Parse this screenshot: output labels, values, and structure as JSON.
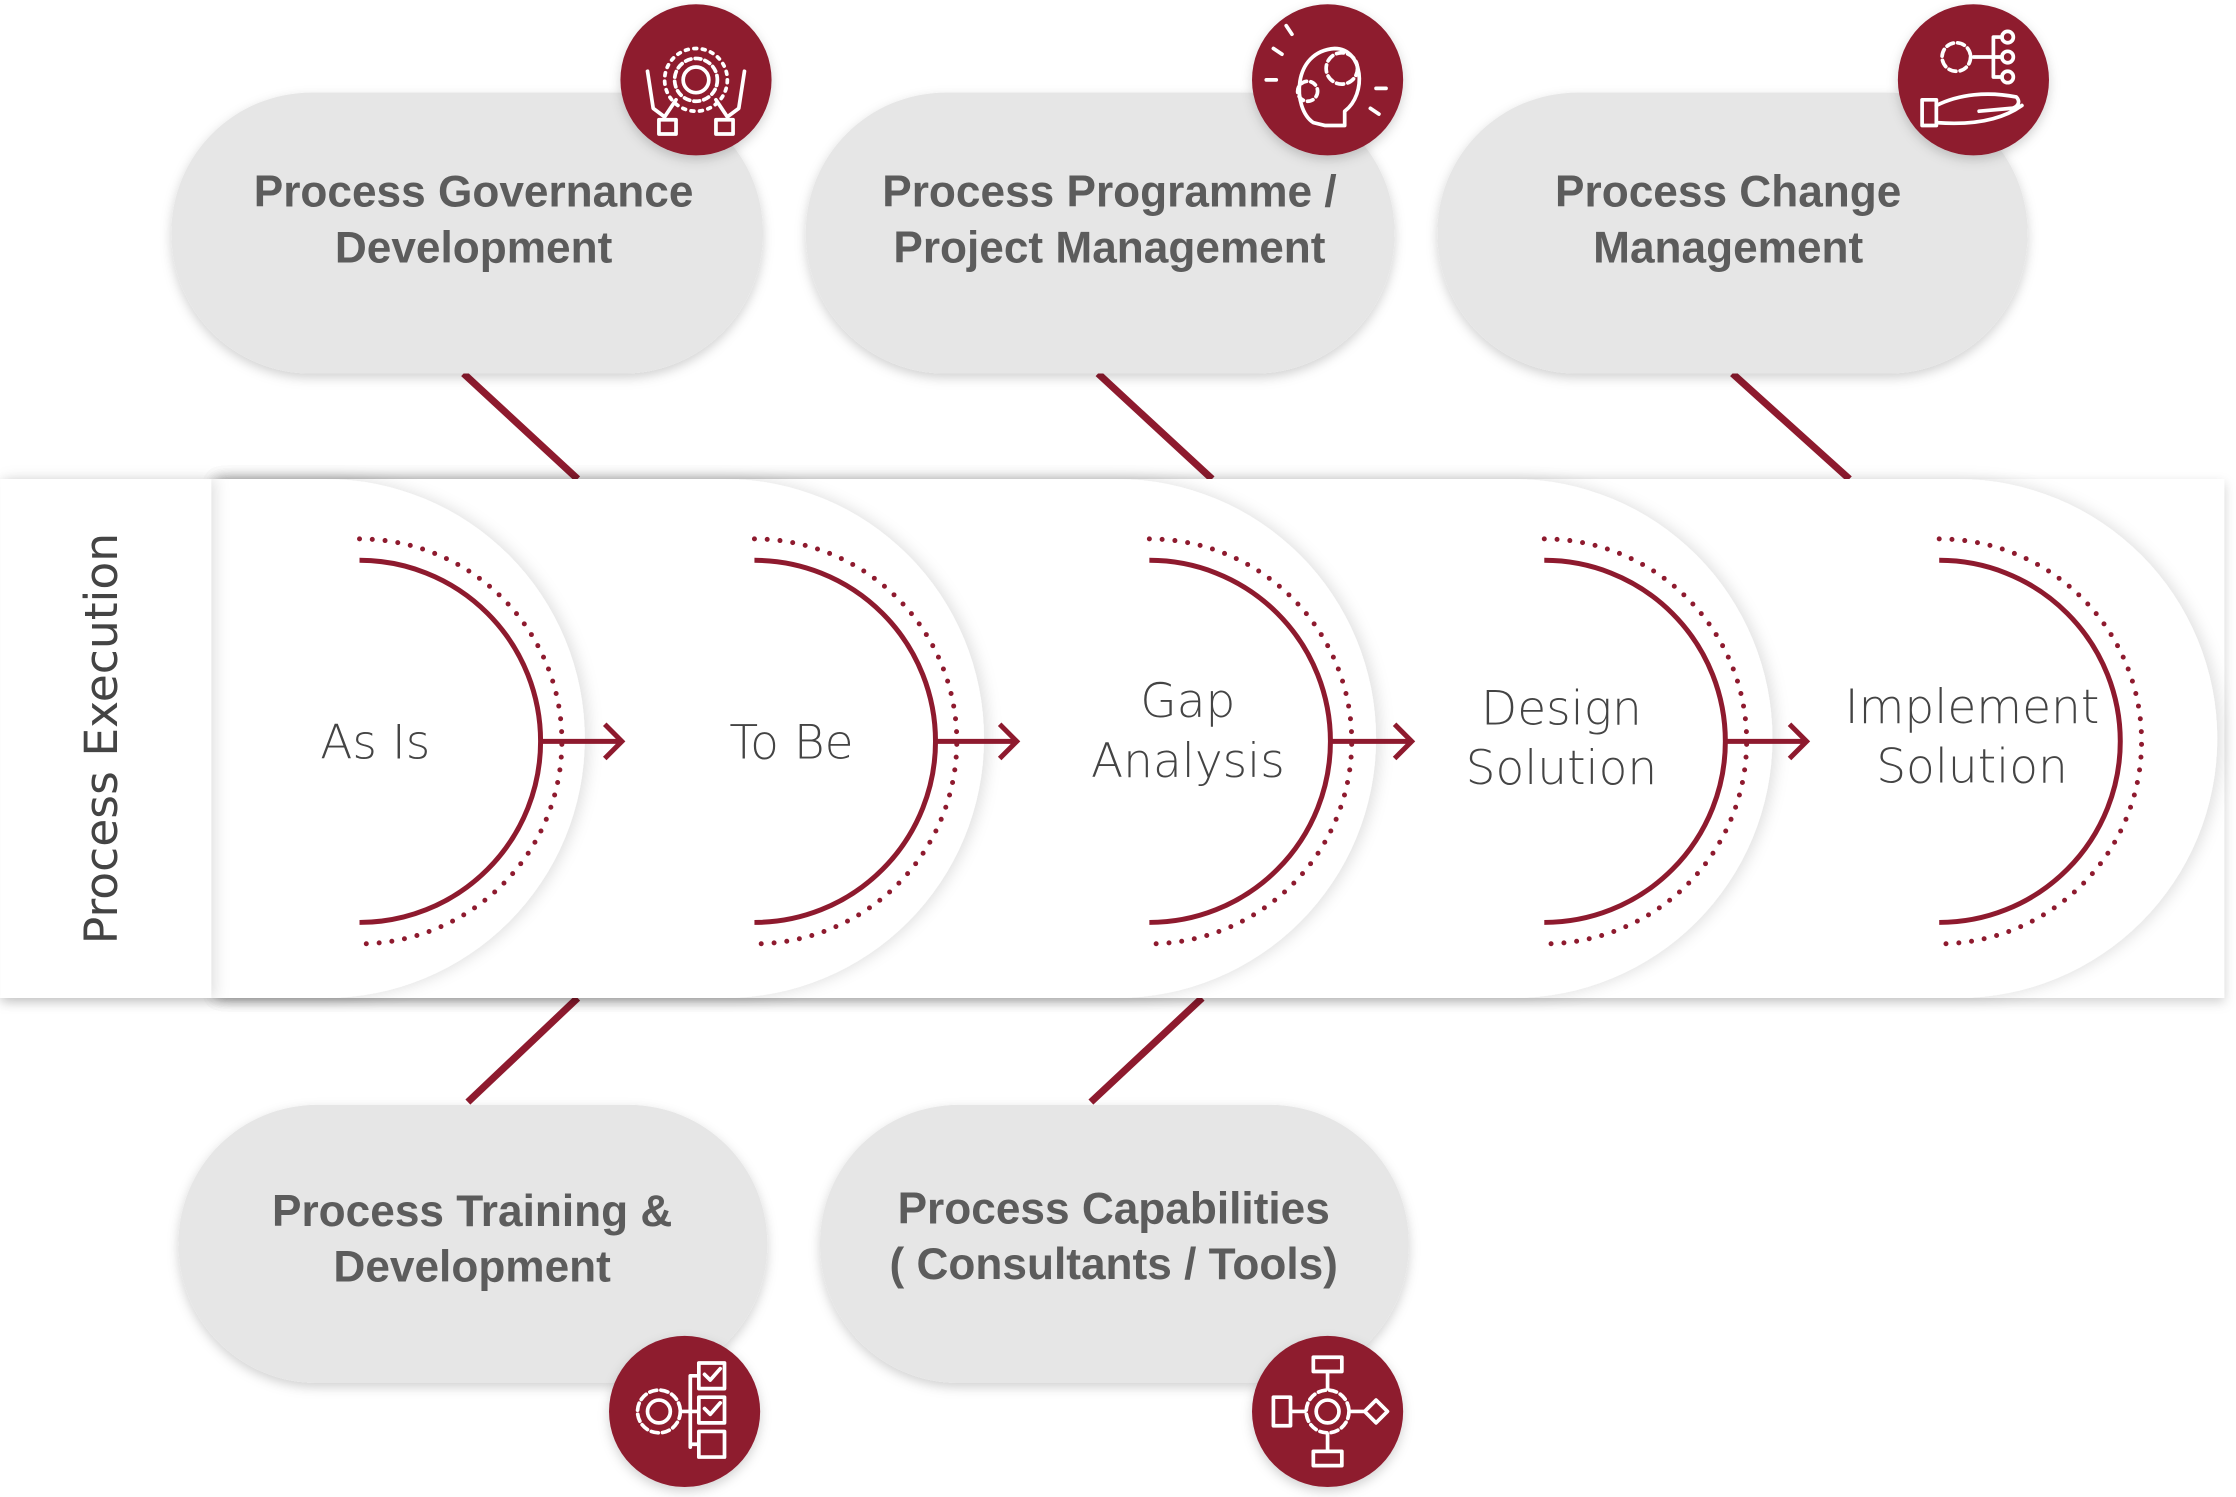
{
  "colors": {
    "accent": "#8e1a2e",
    "pill": "#e6e6e6",
    "text": "#5c5c5c"
  },
  "top_items": [
    {
      "line1": "Process Governance",
      "line2": "Development",
      "icon": "hands-gear-icon"
    },
    {
      "line1": "Process Programme /",
      "line2": "Project Management",
      "icon": "lightbulb-gears-icon"
    },
    {
      "line1": "Process Change",
      "line2": "Management",
      "icon": "hand-network-gear-icon"
    }
  ],
  "bottom_items": [
    {
      "line1": "Process Training &",
      "line2": "Development",
      "icon": "gear-checklist-icon"
    },
    {
      "line1": "Process Capabilities",
      "line2": "( Consultants / Tools)",
      "icon": "gear-flowchart-icon"
    }
  ],
  "band_title": "Process Execution",
  "stages": [
    {
      "line1": "As Is",
      "line2": ""
    },
    {
      "line1": "To Be",
      "line2": ""
    },
    {
      "line1": "Gap",
      "line2": "Analysis"
    },
    {
      "line1": "Design",
      "line2": "Solution"
    },
    {
      "line1": "Implement",
      "line2": "Solution"
    }
  ]
}
